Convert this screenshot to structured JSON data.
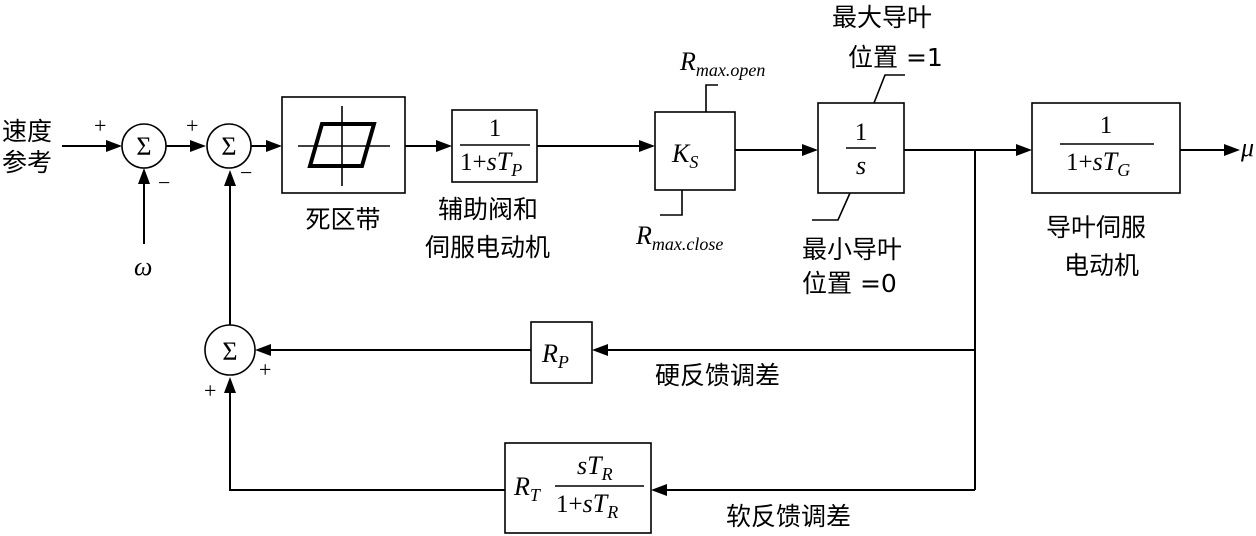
{
  "inputs": {
    "speed_ref_line1": "速度",
    "speed_ref_line2": "参考",
    "omega": "ω",
    "output_mu": "μ"
  },
  "signs": {
    "plus": "+",
    "minus": "−"
  },
  "sum_symbol": "Σ",
  "blocks": {
    "deadband_label": "死区带",
    "aux_servo_label_line1": "辅助阀和",
    "aux_servo_label_line2": "伺服电动机",
    "aux_servo_num": "1",
    "aux_servo_den_prefix": "1+",
    "aux_servo_den_s": "s",
    "aux_servo_den_T": "T",
    "aux_servo_den_sub": "P",
    "ks_K": "K",
    "ks_sub": "S",
    "rmax_open_R": "R",
    "rmax_open_sub": "max.open",
    "rmax_close_R": "R",
    "rmax_close_sub": "max.close",
    "integrator_num": "1",
    "integrator_den": "s",
    "gate_max_line1": "最大导叶",
    "gate_max_line2": "位置 =1",
    "gate_min_line1": "最小导叶",
    "gate_min_line2": "位置 =0",
    "gate_servo_num": "1",
    "gate_servo_den_prefix": "1+",
    "gate_servo_den_s": "s",
    "gate_servo_den_T": "T",
    "gate_servo_den_sub": "G",
    "gate_servo_label_line1": "导叶伺服",
    "gate_servo_label_line2": "电动机",
    "rp_R": "R",
    "rp_sub": "P",
    "rp_label": "硬反馈调差",
    "rt_R": "R",
    "rt_sub": "T",
    "rt_num_s": "s",
    "rt_num_T": "T",
    "rt_num_sub": "R",
    "rt_den_prefix": "1+",
    "rt_den_s": "s",
    "rt_den_T": "T",
    "rt_den_sub": "R",
    "rt_label": "软反馈调差"
  }
}
